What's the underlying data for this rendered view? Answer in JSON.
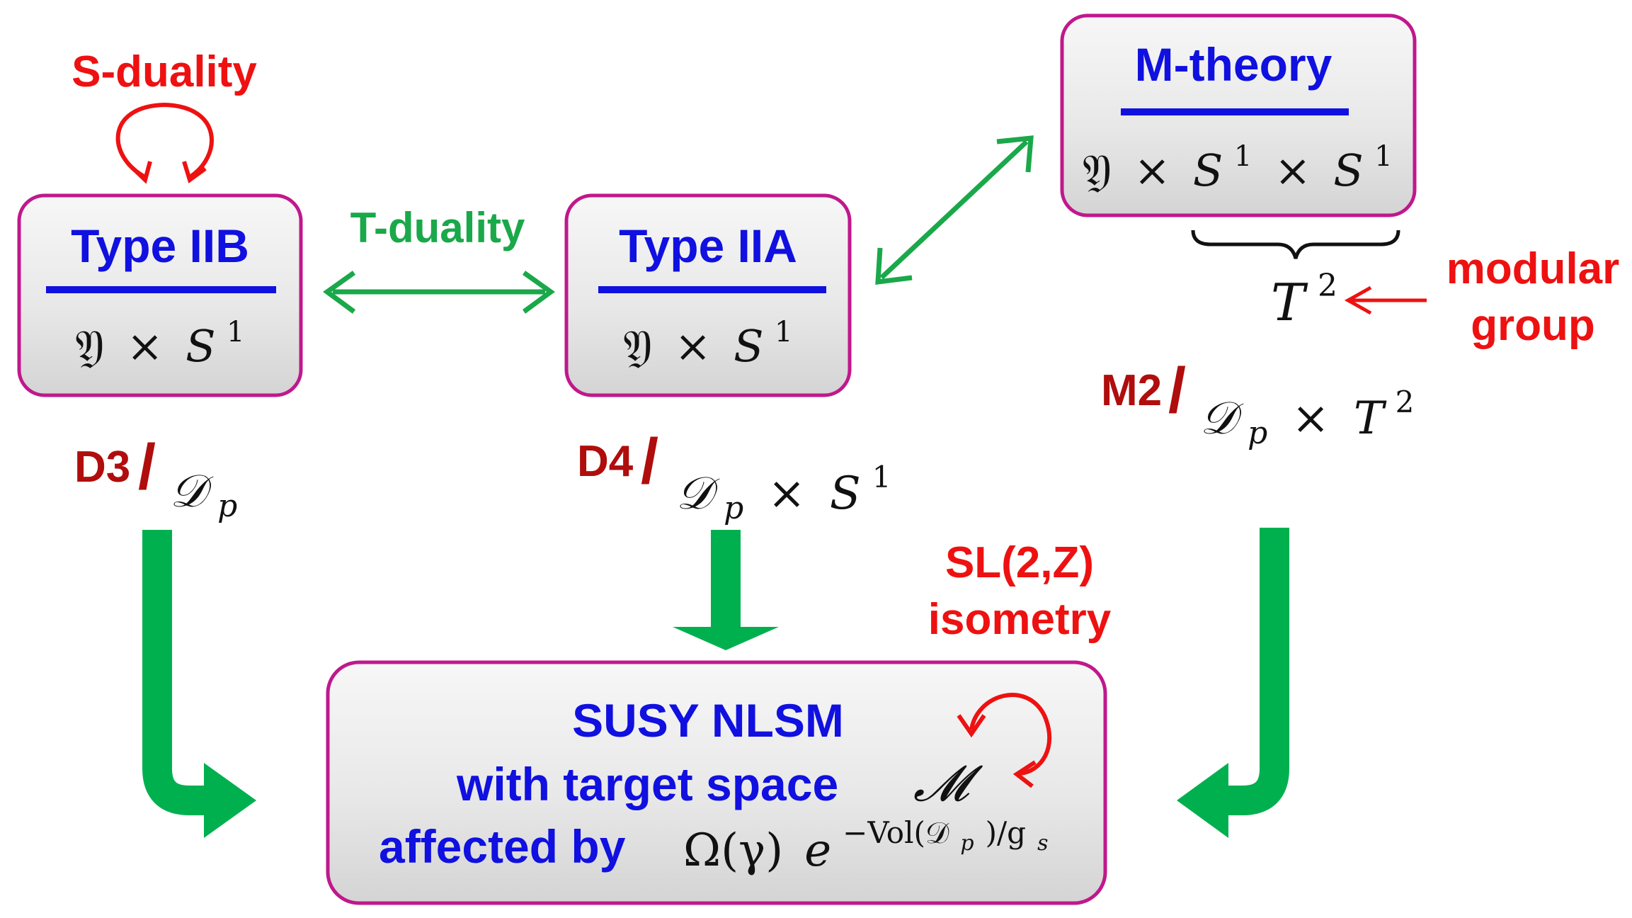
{
  "colors": {
    "box_border": "#c0188c",
    "title_blue": "#1010e0",
    "duality_red": "#ee1111",
    "duality_green": "#1aa84a",
    "brane_red": "#b00d0d",
    "big_arrow_green": "#00b04f"
  },
  "nodes": {
    "type_iib": {
      "title": "Type IIB",
      "frak": "𝔜",
      "times": "×",
      "space": "S",
      "sup": "1"
    },
    "type_iia": {
      "title": "Type IIA",
      "frak": "𝔜",
      "times": "×",
      "space": "S",
      "sup": "1"
    },
    "m_theory": {
      "title": "M-theory",
      "frak": "𝔜",
      "times": "×",
      "space1": "S",
      "sup1": "1",
      "space2": "S",
      "sup2": "1"
    },
    "nlsm": {
      "line1": "SUSY NLSM",
      "line2": "with target space",
      "target": "𝓜",
      "line3": "affected by",
      "omega": "Ω(γ)",
      "exp_base": "e",
      "exp_power": "−Vol(𝒟",
      "exp_sub_p": "p",
      "exp_tail": ")/g",
      "exp_sub_s": "s"
    }
  },
  "labels": {
    "s_duality": "S-duality",
    "t_duality": "T-duality",
    "modular_line1": "modular",
    "modular_line2": "group",
    "torus": "T",
    "torus_sup": "2",
    "sl2z_line1": "SL(2,Z)",
    "sl2z_line2": "isometry"
  },
  "branes": {
    "d3": {
      "name": "D3",
      "slash": "/",
      "cycle": "𝒟",
      "sub": "p"
    },
    "d4": {
      "name": "D4",
      "slash": "/",
      "cycle": "𝒟",
      "sub": "p",
      "times": "×",
      "space": "S",
      "sup": "1"
    },
    "m2": {
      "name": "M2",
      "slash": "/",
      "cycle": "𝒟",
      "sub": "p",
      "times": "×",
      "space": "T",
      "sup": "2"
    }
  }
}
